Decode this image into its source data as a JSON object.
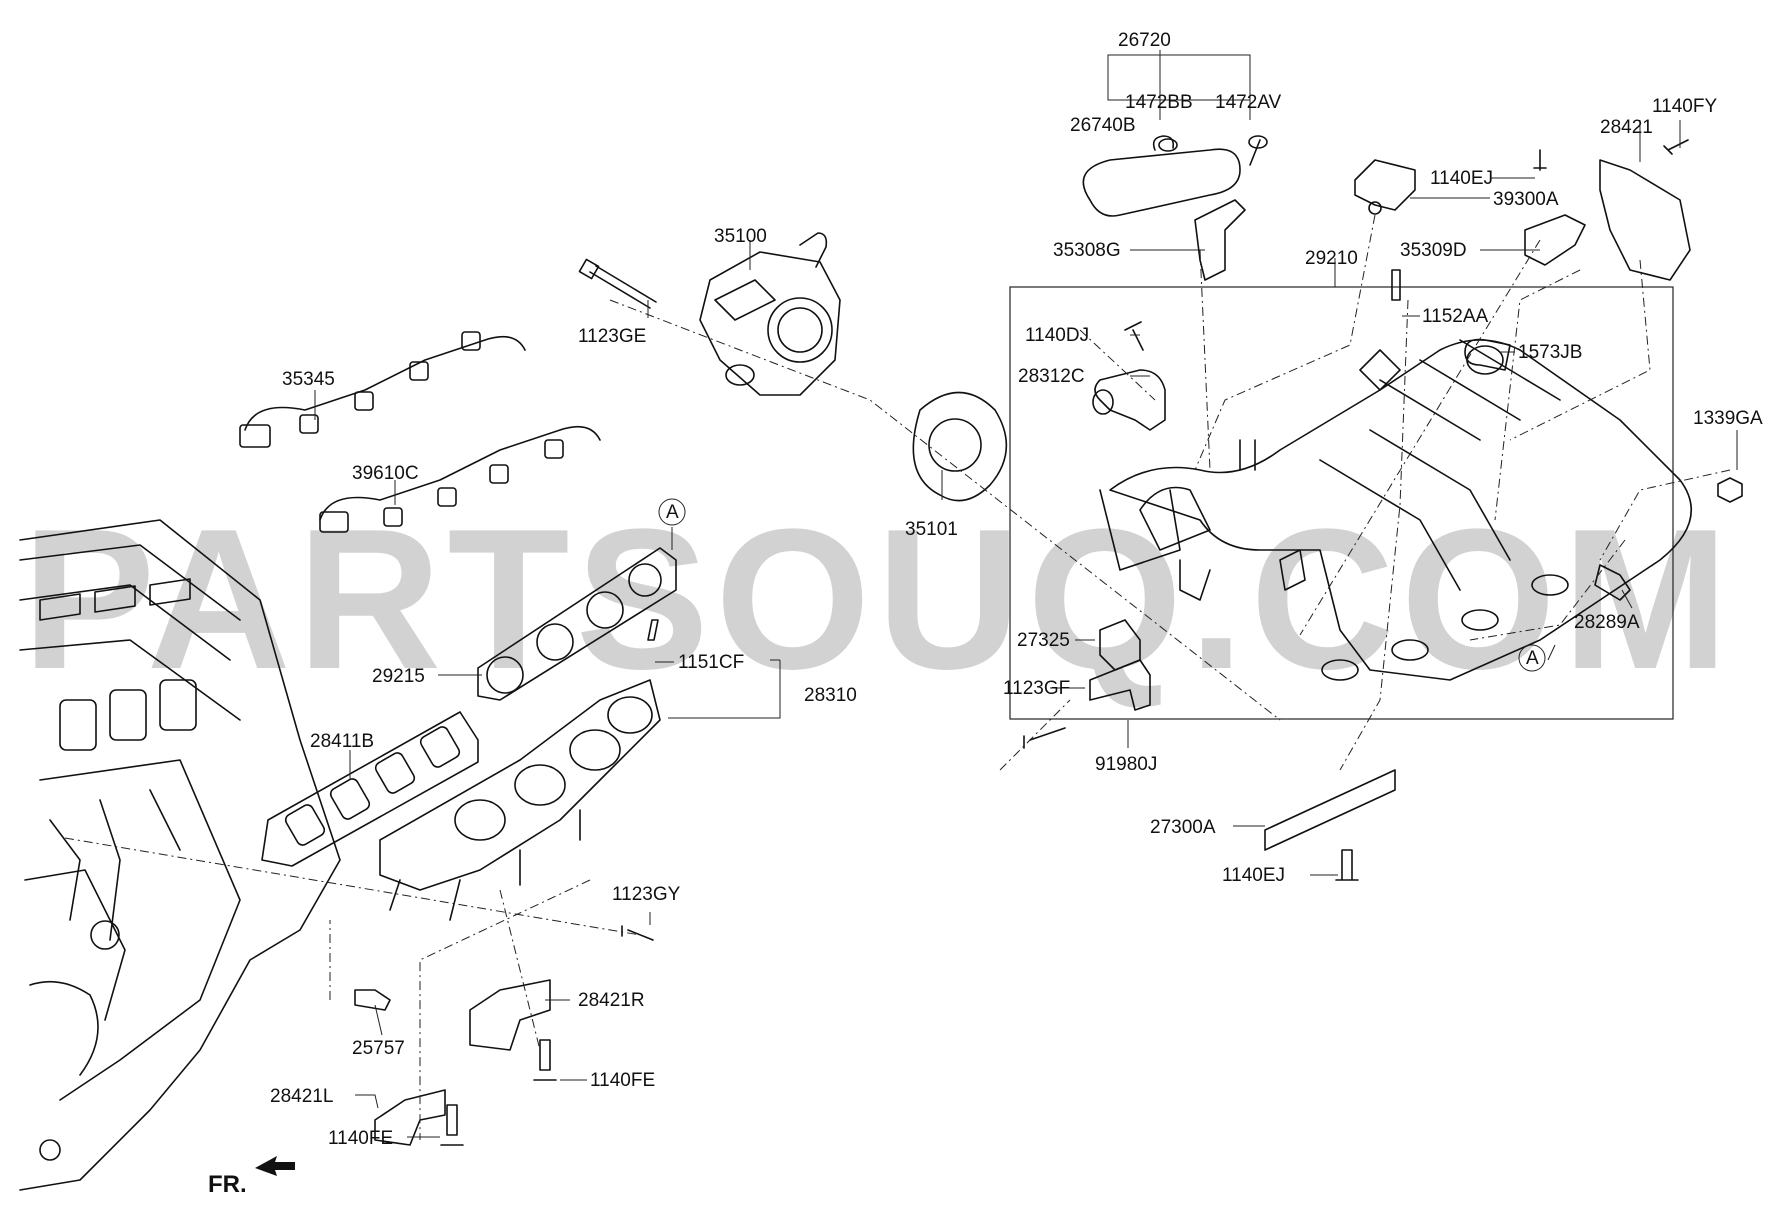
{
  "watermark": "PARTSOUQ.COM",
  "front_indicator": "FR.",
  "labels": {
    "p26720": "26720",
    "p1472BB": "1472BB",
    "p1472AV": "1472AV",
    "p26740B": "26740B",
    "p1140FY": "1140FY",
    "p28421": "28421",
    "p1140EJ_top": "1140EJ",
    "p39300A": "39300A",
    "p35309D": "35309D",
    "p35308G": "35308G",
    "p29210": "29210",
    "p35100": "35100",
    "p1123GE": "1123GE",
    "p1140DJ": "1140DJ",
    "p1152AA": "1152AA",
    "p1573JB": "1573JB",
    "p28312C": "28312C",
    "p1339GA": "1339GA",
    "p35345": "35345",
    "p39610C": "39610C",
    "p35101": "35101",
    "p28289A": "28289A",
    "ref_A_left": "A",
    "ref_A_right": "A",
    "p29215": "29215",
    "p1151CF": "1151CF",
    "p28310": "28310",
    "p27325": "27325",
    "p1123GF": "1123GF",
    "p91980J": "91980J",
    "p28411B": "28411B",
    "p27300A": "27300A",
    "p1140EJ_bottom": "1140EJ",
    "p1123GY": "1123GY",
    "p28421R": "28421R",
    "p25757": "25757",
    "p1140FE_right": "1140FE",
    "p28421L": "28421L",
    "p1140FE_left": "1140FE"
  }
}
